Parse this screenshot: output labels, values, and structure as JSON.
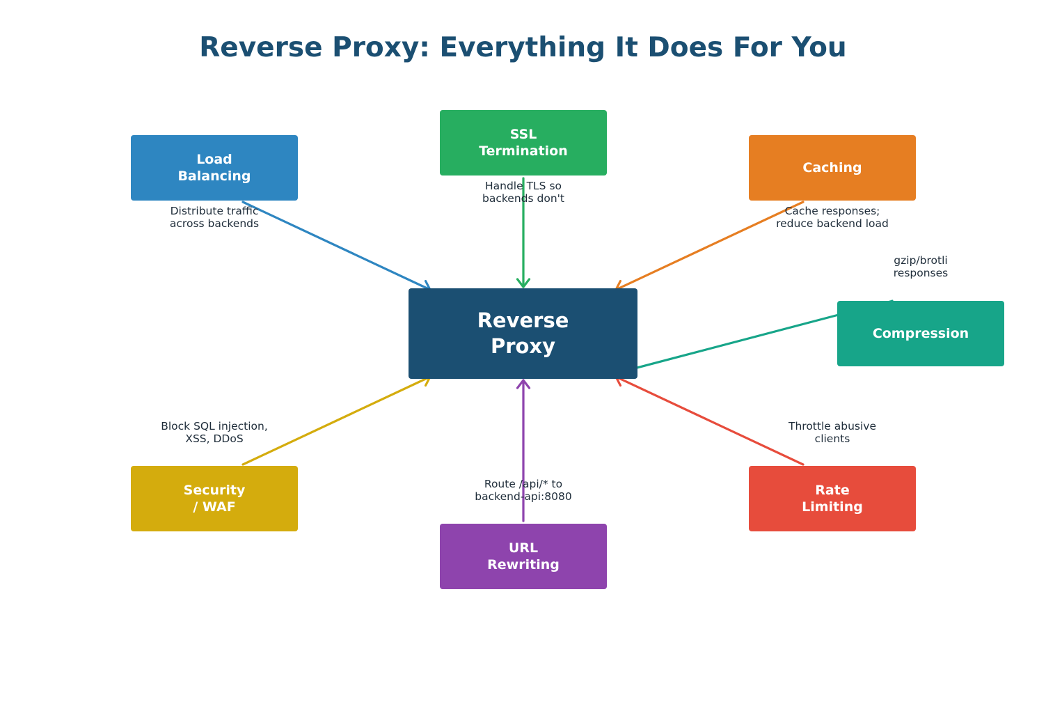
{
  "title": "Reverse Proxy: Everything It Does For You",
  "center": {
    "label": "Reverse\nProxy",
    "color": "#1b4f72"
  },
  "features": [
    {
      "id": "load-balancing",
      "label": "Load\nBalancing",
      "description": "Distribute traffic\nacross backends",
      "color": "#2e86c1"
    },
    {
      "id": "ssl-termination",
      "label": "SSL\nTermination",
      "description": "Handle TLS so\nbackends don't",
      "color": "#27ae60"
    },
    {
      "id": "caching",
      "label": "Caching",
      "description": "Cache responses;\nreduce backend load",
      "color": "#e67e22"
    },
    {
      "id": "compression",
      "label": "Compression",
      "description": "gzip/brotli\nresponses",
      "color": "#17a589"
    },
    {
      "id": "rate-limiting",
      "label": "Rate\nLimiting",
      "description": "Throttle abusive\nclients",
      "color": "#e74c3c"
    },
    {
      "id": "url-rewriting",
      "label": "URL\nRewriting",
      "description": "Route /api/* to\nbackend-api:8080",
      "color": "#8e44ad"
    },
    {
      "id": "security-waf",
      "label": "Security\n/ WAF",
      "description": "Block SQL injection,\nXSS, DDoS",
      "color": "#d4ac0d"
    }
  ]
}
